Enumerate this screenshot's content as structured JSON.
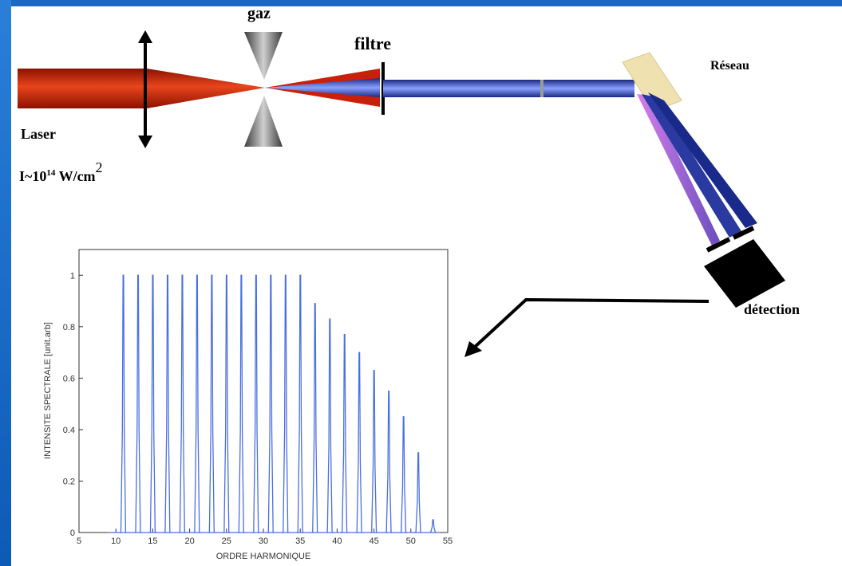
{
  "labels": {
    "gas": "gaz",
    "filter": "filtre",
    "grating": "Réseau",
    "laser": "Laser",
    "intensity_prefix": "I~10",
    "intensity_exp": "14",
    "intensity_unit": "W/cm",
    "intensity_unit_exp": "2",
    "detection": "détection"
  },
  "colors": {
    "laser_red": "#c8200a",
    "harmonic_blue": "#3a4fb8",
    "violet": "#b060d8",
    "grating": "#efe2b0"
  },
  "chart_data": {
    "type": "line",
    "xlabel": "ORDRE HARMONIQUE",
    "ylabel": "INTENSITE SPECTRALE [unit.arb]",
    "xlim": [
      5,
      55
    ],
    "ylim": [
      0,
      1.1
    ],
    "xticks": [
      5,
      10,
      15,
      20,
      25,
      30,
      35,
      40,
      45,
      50,
      55
    ],
    "yticks": [
      0,
      0.2,
      0.4,
      0.6,
      0.8,
      1
    ],
    "ytick_labels": [
      "0",
      "0.2",
      "0.4",
      "0.6",
      "0.8",
      "1"
    ],
    "grid": false,
    "line_color": "#4a6fe0",
    "series": [
      {
        "harmonic_orders": [
          11,
          13,
          15,
          17,
          19,
          21,
          23,
          25,
          27,
          29,
          31,
          33,
          35,
          37,
          39,
          41,
          43,
          45,
          47,
          49,
          51,
          53
        ],
        "peak_intensity": [
          1,
          1,
          1,
          1,
          1,
          1,
          1,
          1,
          1,
          1,
          1,
          1,
          1,
          0.89,
          0.83,
          0.77,
          0.7,
          0.63,
          0.55,
          0.45,
          0.31,
          0.05
        ]
      }
    ]
  }
}
